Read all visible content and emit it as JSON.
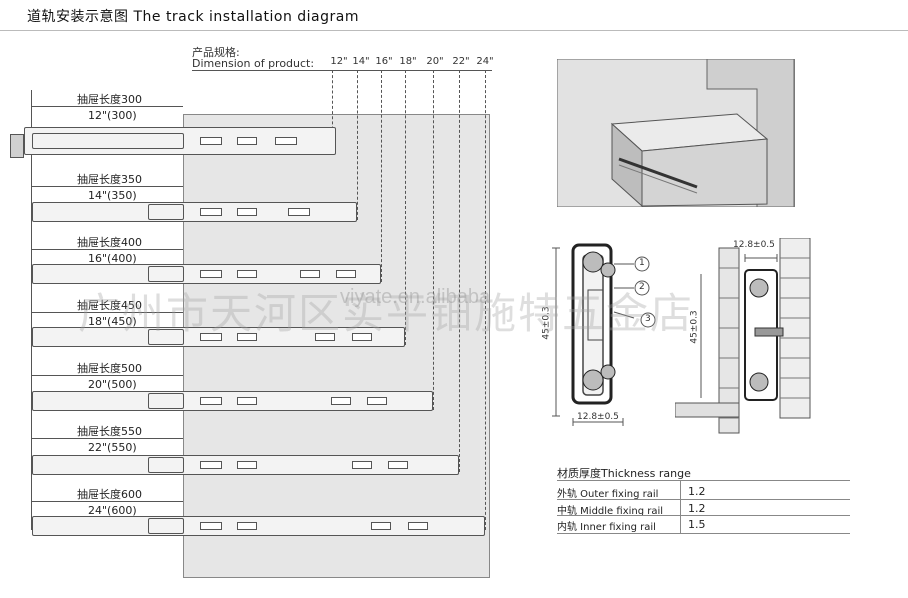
{
  "title": "道轨安装示意图  The track installation diagram",
  "dimension": {
    "label_cn": "产品规格:",
    "label_en": "Dimension of product:",
    "sizes": [
      "12\"",
      "14\"",
      "16\"",
      "18\"",
      "20\"",
      "22\"",
      "24\""
    ]
  },
  "rows": [
    {
      "cn": "抽屉长度300",
      "en": "12\"(300)"
    },
    {
      "cn": "抽屉长度350",
      "en": "14\"(350)"
    },
    {
      "cn": "抽屉长度400",
      "en": "16\"(400)"
    },
    {
      "cn": "抽屉长度450",
      "en": "18\"(450)"
    },
    {
      "cn": "抽屉长度500",
      "en": "20\"(500)"
    },
    {
      "cn": "抽屉长度550",
      "en": "22\"(550)"
    },
    {
      "cn": "抽屉长度600",
      "en": "24\"(600)"
    }
  ],
  "cross_section": {
    "callouts": [
      "1",
      "2",
      "3"
    ],
    "height": "45±0.3",
    "width": "12.8±0.5"
  },
  "mount": {
    "width": "12.8±0.5",
    "height": "45±0.3"
  },
  "thickness": {
    "title": "材质厚度Thickness range",
    "rows": [
      {
        "name": "外轨  Outer fixing rail",
        "value": "1.2"
      },
      {
        "name": "中轨  Middle fixing rail",
        "value": "1.2"
      },
      {
        "name": "内轨  Inner fixing rail",
        "value": "1.5"
      }
    ]
  },
  "watermark": {
    "cn": "广州市天河区实平钿施特五金店",
    "en": "viyate.en.alibaba"
  },
  "colors": {
    "panel": "#e6e6e6",
    "line": "#555555",
    "cabinet": "#d9d9d9"
  }
}
